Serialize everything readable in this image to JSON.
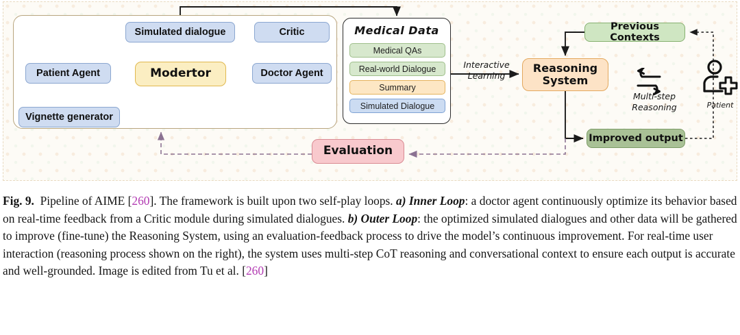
{
  "figure": {
    "inner_loop": {
      "name": "Inner self-play loop container",
      "nodes": {
        "simulated_dialogue": "Simulated dialogue",
        "critic": "Critic",
        "patient_agent": "Patient Agent",
        "modertor": "Modertor",
        "doctor_agent": "Doctor Agent",
        "vignette_generator": "Vignette generator"
      }
    },
    "medical_data": {
      "title": "Medical Data",
      "items": [
        {
          "label": "Medical QAs",
          "color": "#d7e8cd"
        },
        {
          "label": "Real-world Dialogue",
          "color": "#d7e8cd"
        },
        {
          "label": "Summary",
          "color": "#fde7c4"
        },
        {
          "label": "Simulated Dialogue",
          "color": "#ccdcf2"
        }
      ]
    },
    "right": {
      "reasoning_system": "Reasoning\nSystem",
      "reasoning_system_line1": "Reasoning",
      "reasoning_system_line2": "System",
      "previous_contexts": "Previous Contexts",
      "improved_output": "Improved output",
      "patient_label": "Patient",
      "multistep_line1": "Multi-step",
      "multistep_line2": "Reasoning"
    },
    "edge_labels": {
      "interactive_line1": "Interactive",
      "interactive_line2": "Learning"
    },
    "evaluation": "Evaluation",
    "colors": {
      "blue_fill": "#cfdcf1",
      "blue_stroke": "#8aa6d0",
      "yellow_fill": "#fbeec2",
      "yellow_stroke": "#e0b84e",
      "peach_fill": "#fde3c6",
      "peach_stroke": "#e3a85e",
      "pink_fill": "#f8c9cd",
      "pink_stroke": "#d98b93",
      "green_light_fill": "#cfe6c2",
      "green_dark_fill": "#a9c196",
      "container_stroke": "#b8a57e",
      "background": "#fdfbf6"
    }
  },
  "caption": {
    "figure_number": "Fig. 9.",
    "lead": "Pipeline of AIME [",
    "cite1": "260",
    "after_cite1": "]. The framework is built upon two self-play loops. ",
    "inner_loop_label": "a) Inner Loop",
    "inner_loop_text": ": a doctor agent continuously optimize its behavior based on real-time feedback from a Critic module during simulated dialogues. ",
    "outer_loop_label": "b) Outer Loop",
    "outer_loop_text": ": the optimized simulated dialogues and other data will be gathered to improve (fine-tune) the Reasoning System, using an evaluation-feedback process to drive the model’s continuous improvement. For real-time user interaction (reasoning process shown on the right), the system uses multi-step CoT reasoning and conversational context to ensure each output is accurate and well-grounded. Image is edited from Tu et al. [",
    "cite2": "260",
    "tail": "]"
  }
}
